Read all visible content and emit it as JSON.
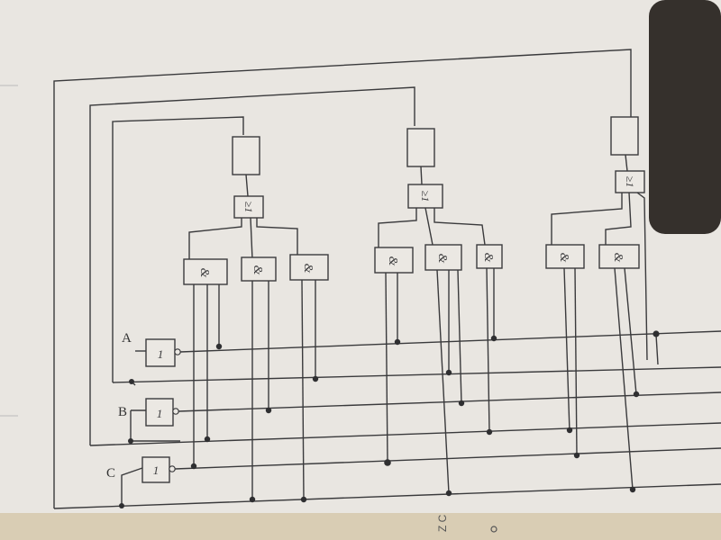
{
  "inputs": [
    {
      "name": "A",
      "gate_symbol": "1"
    },
    {
      "name": "B",
      "gate_symbol": "1"
    },
    {
      "name": "C",
      "gate_symbol": "1"
    }
  ],
  "and_gate_symbol": "&",
  "or_gate_symbol": "≥1",
  "colors": {
    "paper": "#e9e6e1",
    "ink": "#3a3a3c",
    "background": "#2a2320"
  },
  "ruler_fragment": "Z C"
}
